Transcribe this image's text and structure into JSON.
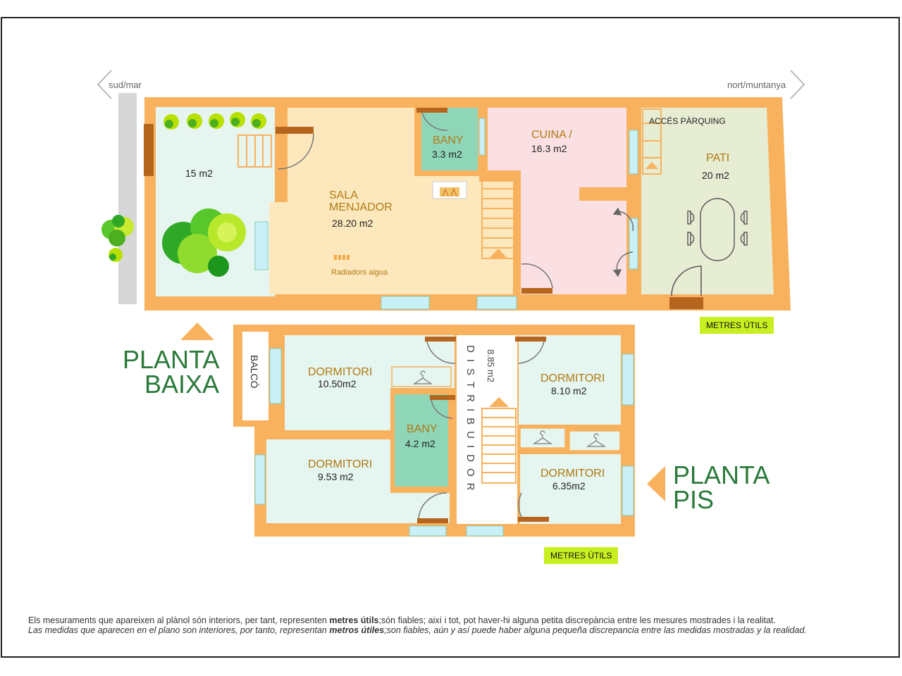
{
  "orientation": {
    "left": "sud/mar",
    "right": "nort/muntanya"
  },
  "ground_floor": {
    "title_line1": "PLANTA",
    "title_line2": "BAIXA",
    "rooms": {
      "terrace_area": "15 m2",
      "living_name_1": "SALA",
      "living_name_2": "MENJADOR",
      "living_area": "28.20 m2",
      "radiators": "Radiadors aigua",
      "bath_name": "BANY",
      "bath_area": "3.3 m2",
      "kitchen_name": "CUINA /",
      "kitchen_area": "16.3 m2",
      "parking_access": "ACCÉS PÀRQUING",
      "patio_name": "PATI",
      "patio_area": "20 m2"
    },
    "tag": "METRES ÚTILS"
  },
  "upper_floor": {
    "title_line1": "PLANTA",
    "title_line2": "PIS",
    "rooms": {
      "balcony": "BALCÓ",
      "bed1_name": "DORMITORI",
      "bed1_area": "10.50m2",
      "bed2_name": "DORMITORI",
      "bed2_area": "9.53 m2",
      "bath_name": "BANY",
      "bath_area": "4.2 m2",
      "hall_name": "DISTRIBUIDOR",
      "hall_area": "8.85 m2",
      "bed3_name": "DORMITORI",
      "bed3_area": "8.10 m2",
      "bed4_name": "DORMITORI",
      "bed4_area": "6.35m2"
    },
    "tag": "METRES ÚTILS"
  },
  "disclaimer": {
    "ca_before": "Els mesuraments que apareixen al plànol són interiors, per tant, representen ",
    "ca_bold": "metres útils",
    "ca_after": ";són fiables; així i tot, pot haver-hi alguna petita discrepància entre les mesures mostrades i la realitat.",
    "es_before": "Las medidas que aparecen en el plano son interiores, por tanto, representan ",
    "es_bold": "metros útiles",
    "es_after": ";son fiables, aún y así puede haber alguna pequeña discrepancia entre las medidas mostradas y la realidad."
  },
  "colors": {
    "wall": "#f8b25e",
    "door": "#b5651d",
    "living": "#fde8bd",
    "kitchen": "#fbe0e3",
    "patio": "#e6edd2",
    "terrace": "#e6f5ef",
    "bath": "#8fd6b9",
    "bedroom": "#e5f5ef",
    "window": "#c9f0f7",
    "tag": "#c8f020",
    "title": "#2a7a3a"
  }
}
